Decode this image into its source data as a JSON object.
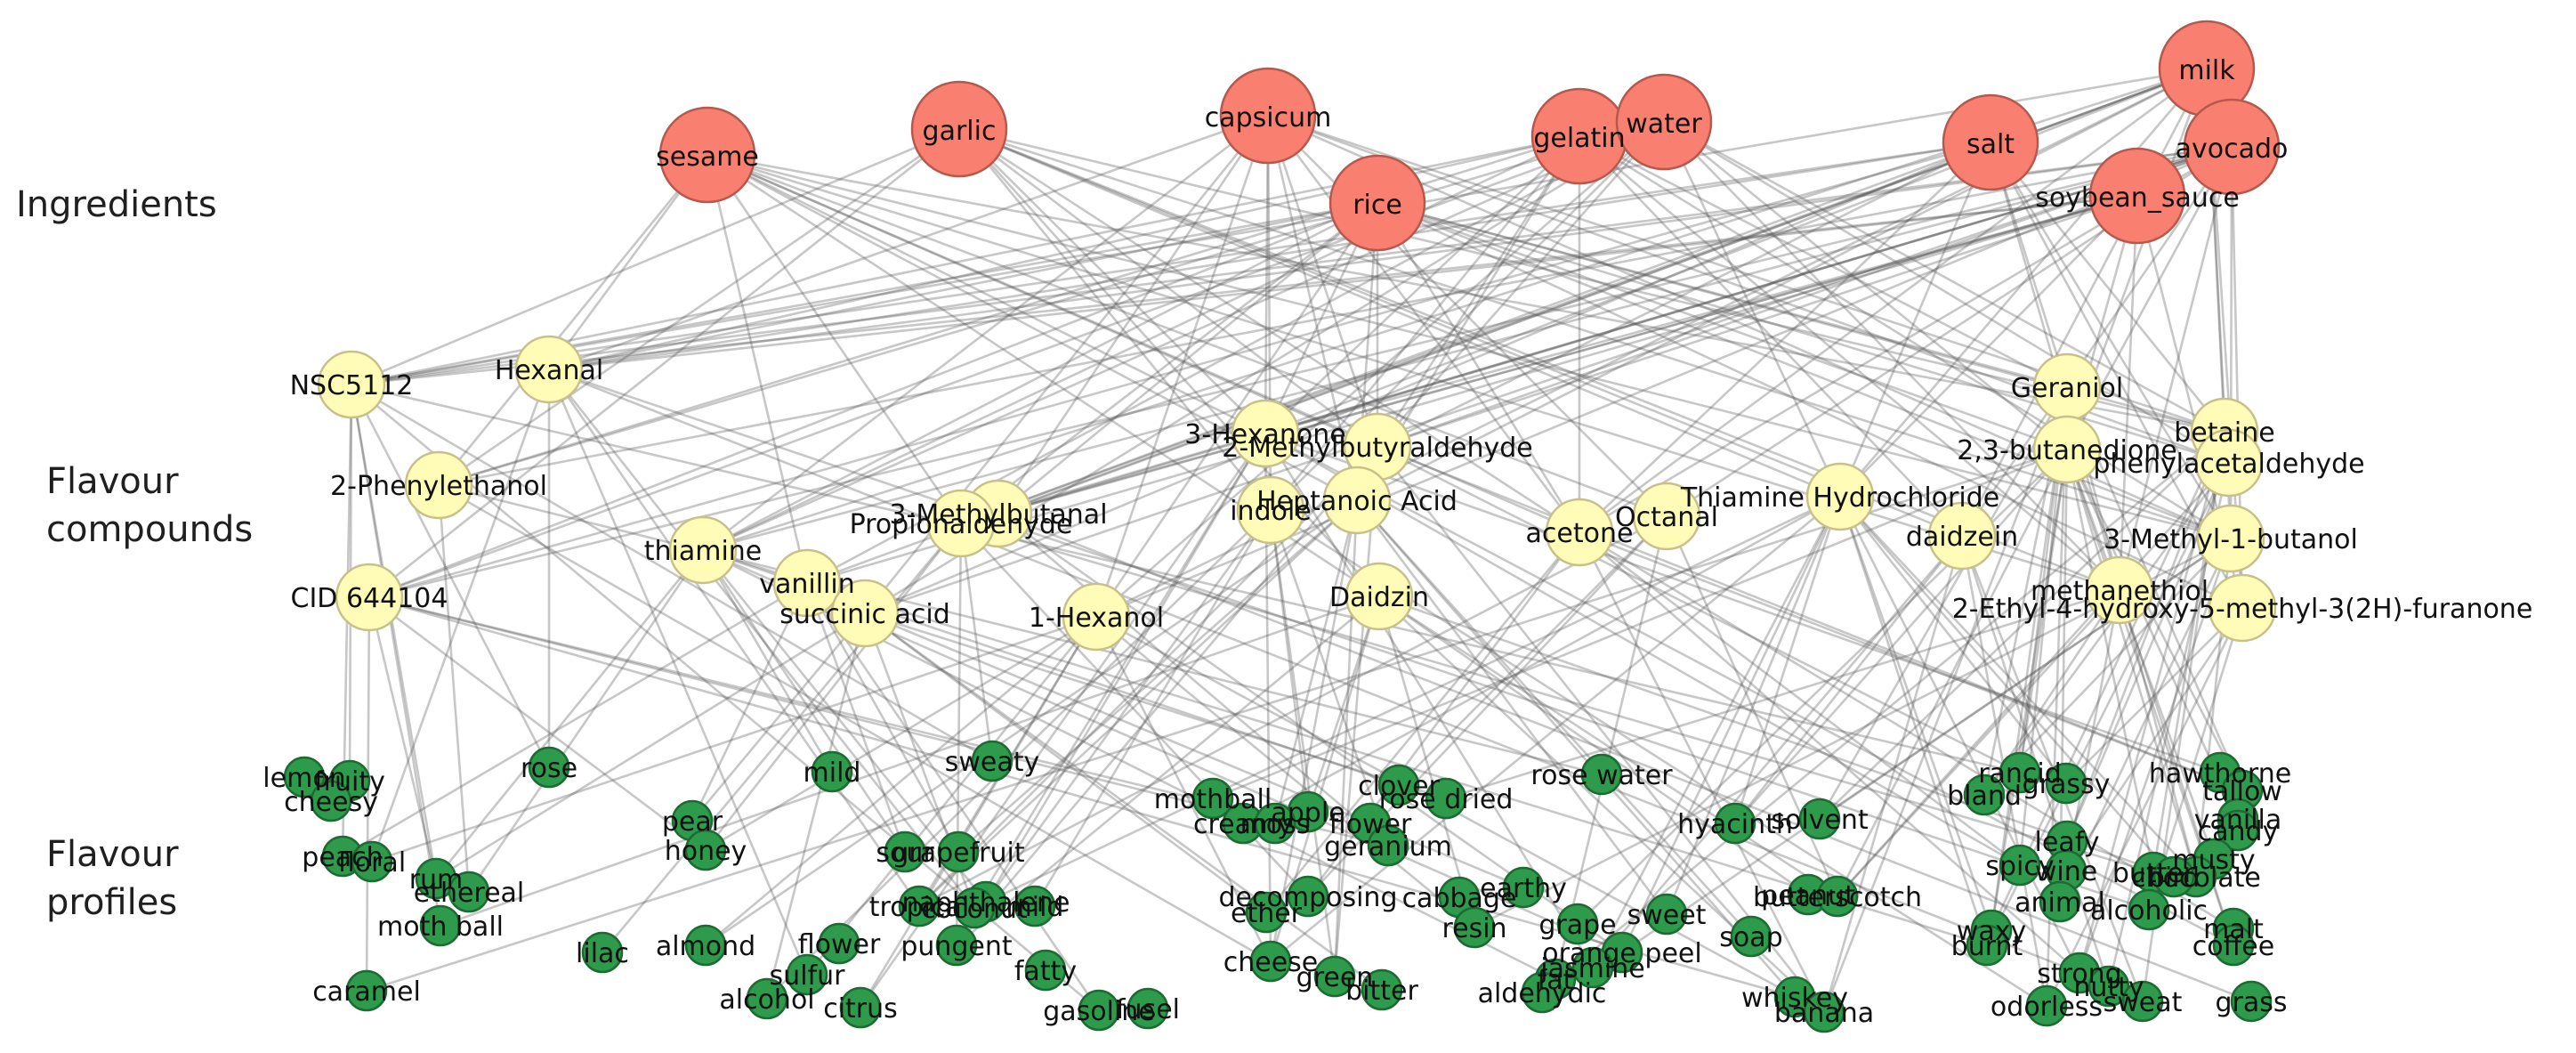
{
  "rows": {
    "ingredients": "Ingredients",
    "compounds_line1": "Flavour",
    "compounds_line2": "compounds",
    "profiles_line1": "Flavour",
    "profiles_line2": "profiles"
  },
  "colors": {
    "ingredient_fill": "#f98071",
    "ingredient_stroke": "#b4594d",
    "compound_fill": "#fffcb8",
    "compound_stroke": "#c8c08a",
    "profile_fill": "#2e9a4c",
    "profile_stroke": "#1d6b33",
    "edge": "#555555"
  },
  "ingredients": [
    {
      "id": "sesame",
      "label": "sesame"
    },
    {
      "id": "garlic",
      "label": "garlic"
    },
    {
      "id": "capsicum",
      "label": "capsicum"
    },
    {
      "id": "rice",
      "label": "rice"
    },
    {
      "id": "gelatin",
      "label": "gelatin"
    },
    {
      "id": "water",
      "label": "water"
    },
    {
      "id": "salt",
      "label": "salt"
    },
    {
      "id": "milk",
      "label": "milk"
    },
    {
      "id": "avocado",
      "label": "avocado"
    },
    {
      "id": "soybean_sauce",
      "label": "soybean_sauce"
    }
  ],
  "compounds": [
    {
      "id": "NSC5112",
      "label": "NSC5112"
    },
    {
      "id": "Hexanal",
      "label": "Hexanal"
    },
    {
      "id": "2-Phenylethanol",
      "label": "2-Phenylethanol"
    },
    {
      "id": "CID 644104",
      "label": "CID 644104"
    },
    {
      "id": "thiamine",
      "label": "thiamine"
    },
    {
      "id": "vanillin",
      "label": "vanillin"
    },
    {
      "id": "succinic acid",
      "label": "succinic acid"
    },
    {
      "id": "3-Methylbutanal",
      "label": "3-Methylbutanal"
    },
    {
      "id": "Propionaldehyde",
      "label": "Propionaldehyde"
    },
    {
      "id": "1-Hexanol",
      "label": "1-Hexanol"
    },
    {
      "id": "3-Hexanone",
      "label": "3-Hexanone"
    },
    {
      "id": "2-Methylbutyraldehyde",
      "label": "2-Methylbutyraldehyde"
    },
    {
      "id": "indole",
      "label": "indole"
    },
    {
      "id": "Heptanoic Acid",
      "label": "Heptanoic Acid"
    },
    {
      "id": "Daidzin",
      "label": "Daidzin"
    },
    {
      "id": "acetone",
      "label": "acetone"
    },
    {
      "id": "Octanal",
      "label": "Octanal"
    },
    {
      "id": "Thiamine Hydrochloride",
      "label": "Thiamine Hydrochloride"
    },
    {
      "id": "Geraniol",
      "label": "Geraniol"
    },
    {
      "id": "2,3-butanedione",
      "label": "2,3-butanedione"
    },
    {
      "id": "daidzein",
      "label": "daidzein"
    },
    {
      "id": "betaine",
      "label": "betaine"
    },
    {
      "id": "phenylacetaldehyde",
      "label": "phenylacetaldehyde"
    },
    {
      "id": "3-Methyl-1-butanol",
      "label": "3-Methyl-1-butanol"
    },
    {
      "id": "methanethiol",
      "label": "methanethiol"
    },
    {
      "id": "2-Ethyl-4-hydroxy-5-methyl-3(2H)-furanone",
      "label": "2-Ethyl-4-hydroxy-5-methyl-3(2H)-furanone"
    }
  ],
  "profiles": [
    {
      "id": "lemon",
      "label": "lemon"
    },
    {
      "id": "fruity",
      "label": "fruity"
    },
    {
      "id": "cheesy",
      "label": "cheesy"
    },
    {
      "id": "rose",
      "label": "rose"
    },
    {
      "id": "mild",
      "label": "mild"
    },
    {
      "id": "sweaty",
      "label": "sweaty"
    },
    {
      "id": "pear",
      "label": "pear"
    },
    {
      "id": "honey",
      "label": "honey"
    },
    {
      "id": "peach",
      "label": "peach"
    },
    {
      "id": "floral",
      "label": "floral"
    },
    {
      "id": "rum",
      "label": "rum"
    },
    {
      "id": "ethereal",
      "label": "ethereal"
    },
    {
      "id": "moth ball",
      "label": "moth ball"
    },
    {
      "id": "lilac",
      "label": "lilac"
    },
    {
      "id": "almond",
      "label": "almond"
    },
    {
      "id": "caramel",
      "label": "caramel"
    },
    {
      "id": "sour",
      "label": "sour"
    },
    {
      "id": "grapefruit",
      "label": "grapefruit"
    },
    {
      "id": "naphthalene",
      "label": "naphthalene"
    },
    {
      "id": "tropical",
      "label": "tropical"
    },
    {
      "id": "coconut",
      "label": "coconut"
    },
    {
      "id": "mild2",
      "label": "mild"
    },
    {
      "id": "flower",
      "label": "flower"
    },
    {
      "id": "pungent",
      "label": "pungent"
    },
    {
      "id": "sulfur",
      "label": "sulfur"
    },
    {
      "id": "alcohol",
      "label": "alcohol"
    },
    {
      "id": "citrus",
      "label": "citrus"
    },
    {
      "id": "fatty",
      "label": "fatty"
    },
    {
      "id": "gasoline",
      "label": "gasoline"
    },
    {
      "id": "fusel",
      "label": "fusel"
    },
    {
      "id": "mothball",
      "label": "mothball"
    },
    {
      "id": "creamy",
      "label": "creamy"
    },
    {
      "id": "apple",
      "label": "apple"
    },
    {
      "id": "moss",
      "label": "moss"
    },
    {
      "id": "flower2",
      "label": "flower"
    },
    {
      "id": "clover",
      "label": "clover"
    },
    {
      "id": "rose dried",
      "label": "rose dried"
    },
    {
      "id": "geranium",
      "label": "geranium"
    },
    {
      "id": "decomposing",
      "label": "decomposing"
    },
    {
      "id": "ether",
      "label": "ether"
    },
    {
      "id": "cabbage",
      "label": "cabbage"
    },
    {
      "id": "earthy",
      "label": "earthy"
    },
    {
      "id": "cheese",
      "label": "cheese"
    },
    {
      "id": "green",
      "label": "green"
    },
    {
      "id": "bitter",
      "label": "bitter"
    },
    {
      "id": "resin",
      "label": "resin"
    },
    {
      "id": "grape",
      "label": "grape"
    },
    {
      "id": "orange peel",
      "label": "orange peel"
    },
    {
      "id": "jasmine",
      "label": "jasmine"
    },
    {
      "id": "fat",
      "label": "fat"
    },
    {
      "id": "aldehydic",
      "label": "aldehydic"
    },
    {
      "id": "rose water",
      "label": "rose water"
    },
    {
      "id": "hyacinth",
      "label": "hyacinth"
    },
    {
      "id": "solvent",
      "label": "solvent"
    },
    {
      "id": "sweet",
      "label": "sweet"
    },
    {
      "id": "soap",
      "label": "soap"
    },
    {
      "id": "peanut",
      "label": "peanut"
    },
    {
      "id": "butterscotch",
      "label": "butterscotch"
    },
    {
      "id": "whiskey",
      "label": "whiskey"
    },
    {
      "id": "banana",
      "label": "banana"
    },
    {
      "id": "bland",
      "label": "bland"
    },
    {
      "id": "rancid",
      "label": "rancid"
    },
    {
      "id": "grassy",
      "label": "grassy"
    },
    {
      "id": "leafy",
      "label": "leafy"
    },
    {
      "id": "spicy",
      "label": "spicy"
    },
    {
      "id": "wine",
      "label": "wine"
    },
    {
      "id": "animal",
      "label": "animal"
    },
    {
      "id": "waxy",
      "label": "waxy"
    },
    {
      "id": "burnt",
      "label": "burnt"
    },
    {
      "id": "strong",
      "label": "strong"
    },
    {
      "id": "nutty",
      "label": "nutty"
    },
    {
      "id": "odorless",
      "label": "odorless"
    },
    {
      "id": "sweat",
      "label": "sweat"
    },
    {
      "id": "hawthorne",
      "label": "hawthorne"
    },
    {
      "id": "tallow",
      "label": "tallow"
    },
    {
      "id": "vanilla",
      "label": "vanilla"
    },
    {
      "id": "candy",
      "label": "candy"
    },
    {
      "id": "butter",
      "label": "butter"
    },
    {
      "id": "musty",
      "label": "musty"
    },
    {
      "id": "chocolate",
      "label": "chocolate"
    },
    {
      "id": "bird",
      "label": "bird"
    },
    {
      "id": "alcoholic",
      "label": "alcoholic"
    },
    {
      "id": "malt",
      "label": "malt"
    },
    {
      "id": "coffee",
      "label": "coffee"
    },
    {
      "id": "grass",
      "label": "grass"
    }
  ]
}
